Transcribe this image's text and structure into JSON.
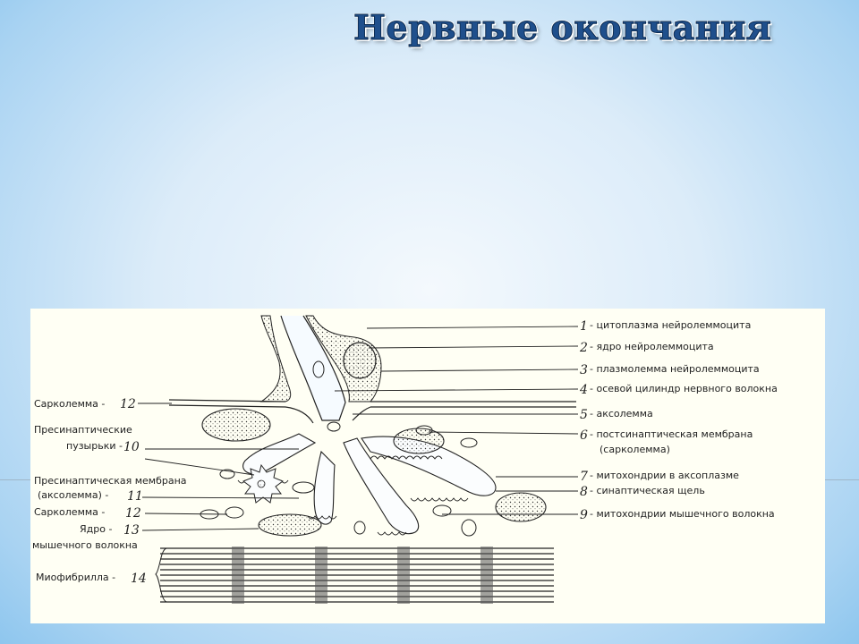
{
  "slide": {
    "title": "Нервные окончания"
  },
  "diagram": {
    "right_labels": [
      {
        "num": "1",
        "text": "- цитоплазма нейролеммоцита"
      },
      {
        "num": "2",
        "text": "- ядро нейролеммоцита"
      },
      {
        "num": "3",
        "text": "- плазмолемма нейролеммоцита"
      },
      {
        "num": "4",
        "text": "- осевой цилиндр нервного волокна"
      },
      {
        "num": "5",
        "text": "- аксолемма"
      },
      {
        "num": "6",
        "text": "- постсинаптическая мембрана"
      },
      {
        "num": "",
        "text": "(сарколемма)"
      },
      {
        "num": "7",
        "text": "- митохондрии в аксоплазме"
      },
      {
        "num": "8",
        "text": "- синаптическая щель"
      },
      {
        "num": "9",
        "text": "- митохондрии мышечного волокна"
      }
    ],
    "left_labels": [
      {
        "text": "Сарколемма -",
        "num": "12"
      },
      {
        "text": "Пресинаптические",
        "num": ""
      },
      {
        "text": "пузырьки -",
        "num": "10"
      },
      {
        "text": "Пресинаптическая мембрана",
        "num": ""
      },
      {
        "text": "(аксолемма) -",
        "num": "11"
      },
      {
        "text": "Сарколемма -",
        "num": "12"
      },
      {
        "text": "Ядро -",
        "num": "13"
      },
      {
        "text": "мышечного волокна",
        "num": ""
      },
      {
        "text": "Миофибрилла -",
        "num": "14"
      }
    ]
  }
}
